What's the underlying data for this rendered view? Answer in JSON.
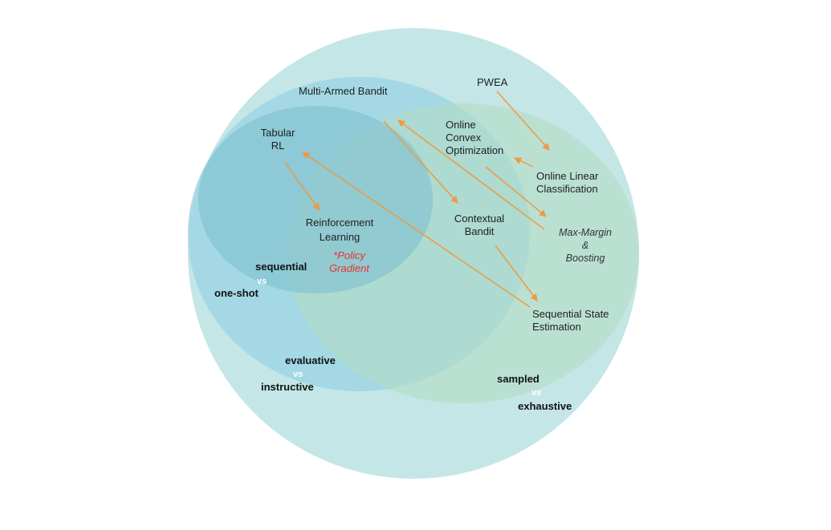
{
  "colors": {
    "outer_circle": "#c4e6e6",
    "multi_armed_bandit_circle": "#9fd5e3",
    "tabular_rl_circle": "#7fbfce",
    "green_circle": "#b4dcc4",
    "arrow": "#ee9a3f",
    "policy_gradient_text": "#e8322f"
  },
  "labels": {
    "multi_armed_bandit": "Multi-Armed Bandit",
    "pwea": "PWEA",
    "tabular_rl_line1": "Tabular",
    "tabular_rl_line2": "RL",
    "online_convex_line1": "Online",
    "online_convex_line2": "Convex",
    "online_convex_line3": "Optimization",
    "online_linear_line1": "Online Linear",
    "online_linear_line2": "Classification",
    "reinforcement_line1": "Reinforcement",
    "reinforcement_line2": "Learning",
    "contextual_line1": "Contextual",
    "contextual_line2": "Bandit",
    "maxmargin_line1": "Max-Margin",
    "maxmargin_line2": "&",
    "maxmargin_line3": "Boosting",
    "policy_line1": "*Policy",
    "policy_line2": "Gradient",
    "sse_line1": "Sequential State",
    "sse_line2": "Estimation"
  },
  "axes": {
    "sequential": "sequential",
    "vs1": "vs",
    "oneshot": "one-shot",
    "evaluative": "evaluative",
    "vs2": "vs",
    "instructive": "instructive",
    "sampled": "sampled",
    "vs3": "vs",
    "exhaustive": "exhaustive"
  }
}
